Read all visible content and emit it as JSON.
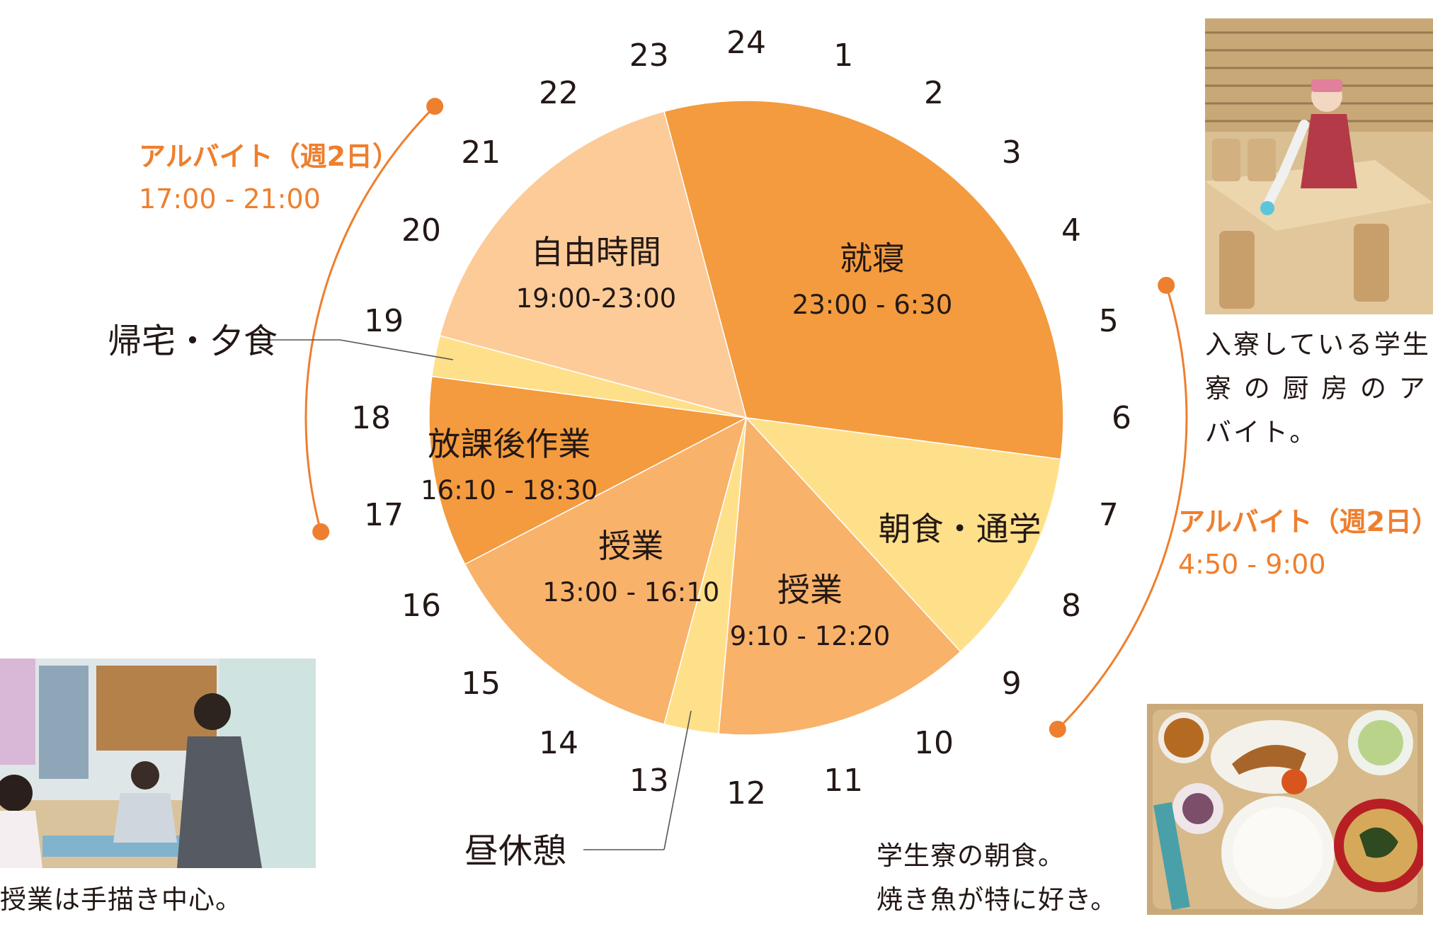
{
  "chart_data": {
    "type": "pie",
    "title": "",
    "hour_labels": [
      "24",
      "1",
      "2",
      "3",
      "4",
      "5",
      "6",
      "7",
      "8",
      "9",
      "10",
      "11",
      "12",
      "13",
      "14",
      "15",
      "16",
      "17",
      "18",
      "19",
      "20",
      "21",
      "22",
      "23"
    ],
    "segments": [
      {
        "label": "就寝",
        "time": "23:00 - 6:30",
        "start": 23.0,
        "end": 30.5,
        "color": "#F39B3E"
      },
      {
        "label": "朝食・通学",
        "time": "",
        "start": 6.5,
        "end": 9.1667,
        "color": "#FFE08A"
      },
      {
        "label": "授業",
        "time": "9:10 - 12:20",
        "start": 9.1667,
        "end": 12.3333,
        "color": "#F8B26A"
      },
      {
        "label": "昼休憩",
        "time": "",
        "start": 12.3333,
        "end": 13.0,
        "color": "#FFE08A"
      },
      {
        "label": "授業",
        "time": "13:00 - 16:10",
        "start": 13.0,
        "end": 16.1667,
        "color": "#F8B26A"
      },
      {
        "label": "放課後作業",
        "time": "16:10 - 18:30",
        "start": 16.1667,
        "end": 18.5,
        "color": "#F39B3E"
      },
      {
        "label": "帰宅・夕食",
        "time": "",
        "start": 18.5,
        "end": 19.0,
        "color": "#FFE08A"
      },
      {
        "label": "自由時間",
        "time": "19:00-23:00",
        "start": 19.0,
        "end": 23.0,
        "color": "#FCCB98"
      }
    ],
    "side_callouts": {
      "dinner": "帰宅・夕食",
      "lunch": "昼休憩"
    },
    "part_time_jobs": [
      {
        "title": "アルバイト（週2日）",
        "time": "17:00 - 21:00",
        "start": 17.0,
        "end": 21.0
      },
      {
        "title": "アルバイト（週2日）",
        "time": "4:50 - 9:00",
        "start": 4.8333,
        "end": 9.0
      }
    ]
  },
  "colors": {
    "accent": "#EE7F2E",
    "text": "#231815"
  },
  "captions": {
    "kitchen": [
      "入寮している学生",
      "寮 の 厨 房 の ア ル",
      "バイト。"
    ],
    "class": "授業は手描き中心。",
    "breakfast": [
      "学生寮の朝食。",
      "焼き魚が特に好き。"
    ]
  }
}
